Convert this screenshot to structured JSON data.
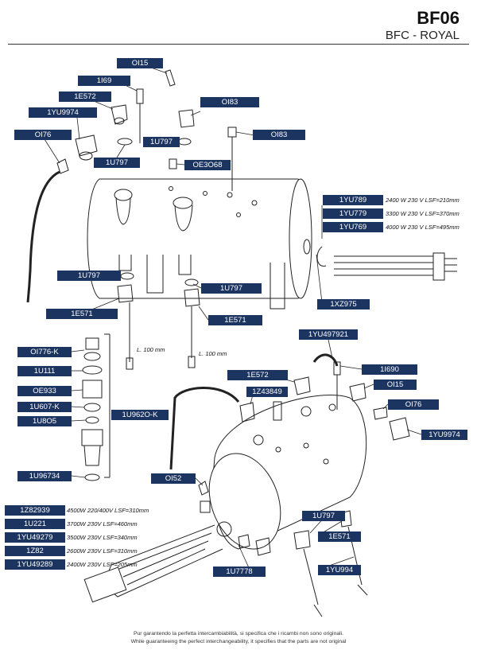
{
  "header": {
    "code": "BF06",
    "model": "BFC - ROYAL"
  },
  "labels": {
    "OI15_top": "OI15",
    "1I69": "1I69",
    "1E572_top": "1E572",
    "1YU9974_top": "1YU9974",
    "OI76_top": "OI76",
    "OI83_a": "OI83",
    "OI83_b": "OI83",
    "1U797_a": "1U797",
    "1U797_b": "1U797",
    "OE3O68": "OE3O68",
    "1YU789": "1YU789",
    "1YU779": "1YU779",
    "1YU769": "1YU769",
    "1U797_c": "1U797",
    "1U797_d": "1U797",
    "1E571_a": "1E571",
    "1E571_b": "1E571",
    "1XZ975": "1XZ975",
    "OI776-K": "OI776-K",
    "1U111": "1U111",
    "OE933": "OE933",
    "1U607-K": "1U607-K",
    "1U8O5": "1U8O5",
    "1U962O-K": "1U962O-K",
    "1U96734": "1U96734",
    "1YU497921": "1YU497921",
    "1E572_b": "1E572",
    "1Z43849": "1Z43849",
    "1I690": "1I690",
    "OI15_b": "OI15",
    "OI76_b": "OI76",
    "1YU9974_b": "1YU9974",
    "OI52": "OI52",
    "1Z82939": "1Z82939",
    "1U221": "1U221",
    "1YU49279": "1YU49279",
    "1Z82": "1Z82",
    "1YU49289": "1YU49289",
    "1U797_e": "1U797",
    "1E571_c": "1E571",
    "1U7778": "1U7778",
    "1YU994": "1YU994"
  },
  "specs": {
    "1YU789": "2400 W 230 V LSF=210mm",
    "1YU779": "3300 W 230 V LSF=370mm",
    "1YU769": "4000 W 230 V LSF=495mm",
    "1Z82939": "4500W 220/400V LSF=310mm",
    "1U221": "3700W 230V LSF=460mm",
    "1YU49279": "3500W 230V LSF=340mm",
    "1Z82": "2600W 230V LSF=310mm",
    "1YU49289": "2400W 230V LSF=205mm"
  },
  "notes": {
    "length_a": "L. 100 mm",
    "length_b": "L. 100 mm"
  },
  "footer": {
    "line_it": "Pur garantendo la perfetta intercambiabilità, si specifica che i ricambi non sono originali.",
    "line_en": "While guaranteeing the perfect interchangeability, it specifies that the parts are not original"
  },
  "colors": {
    "label_bg": "#1c3460",
    "label_text": "#ffffff",
    "line": "#222222"
  }
}
